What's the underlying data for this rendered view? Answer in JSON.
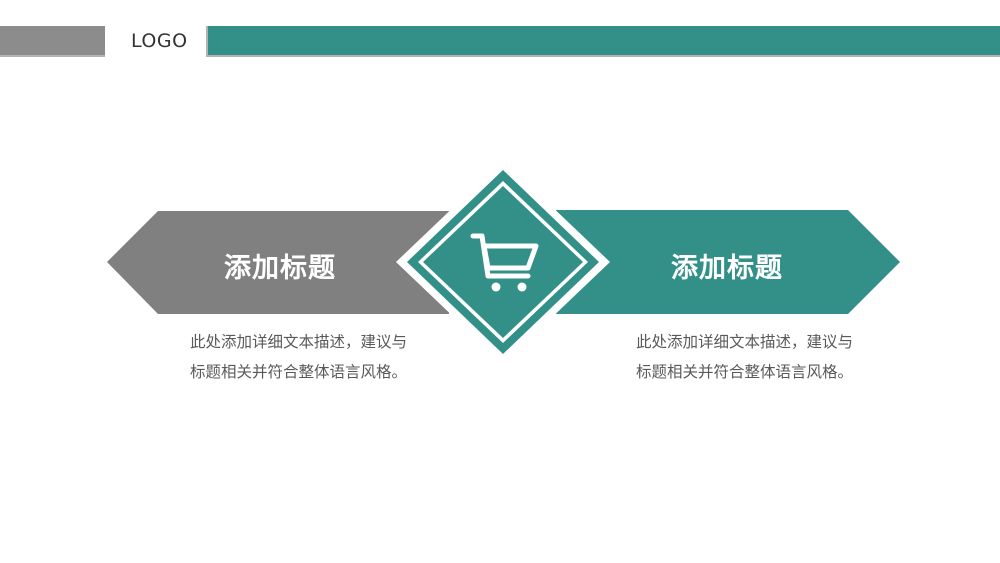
{
  "header": {
    "logo_text": "LOGO"
  },
  "left_card": {
    "title": "添加标题",
    "description": "此处添加详细文本描述，建议与标题相关并符合整体语言风格。"
  },
  "right_card": {
    "title": "添加标题",
    "description": "此处添加详细文本描述，建议与标题相关并符合整体语言风格。"
  },
  "center_icon": {
    "name": "shopping-cart-icon"
  },
  "colors": {
    "teal": "#339089",
    "gray": "#808080",
    "text": "#595959"
  }
}
